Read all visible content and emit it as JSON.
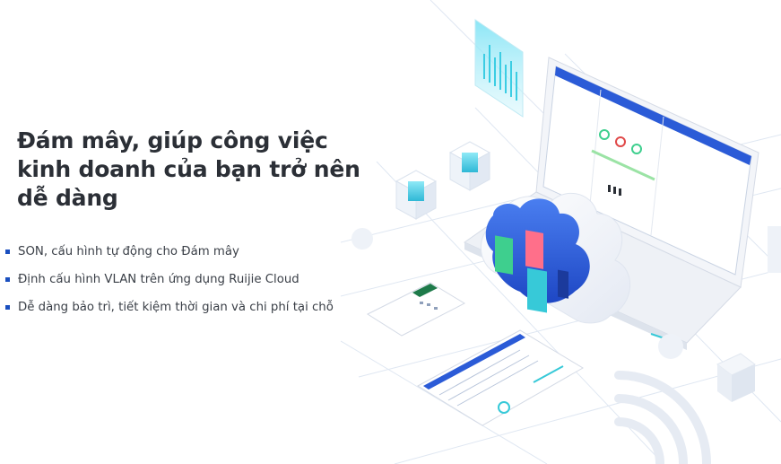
{
  "hero": {
    "headline_lines": [
      "Đám mây, giúp công việc",
      "kinh doanh của bạn trở nên",
      "dễ dàng"
    ]
  },
  "features": [
    {
      "text": "SON, cấu hình tự động cho Đám mây"
    },
    {
      "text": "Định cấu hình VLAN trên ứng dụng Ruijie Cloud"
    },
    {
      "text": "Dễ dàng bảo trì, tiết kiệm thời gian và chi phí tại chỗ"
    }
  ],
  "colors": {
    "accent": "#1a4fbf",
    "cloud_blue": "#2b5bd7",
    "heading": "#2b2f36",
    "body_text": "#3a3f47",
    "card_pink": "#ff6f8a",
    "card_teal": "#37c9d8",
    "card_green": "#3ecf8e"
  }
}
